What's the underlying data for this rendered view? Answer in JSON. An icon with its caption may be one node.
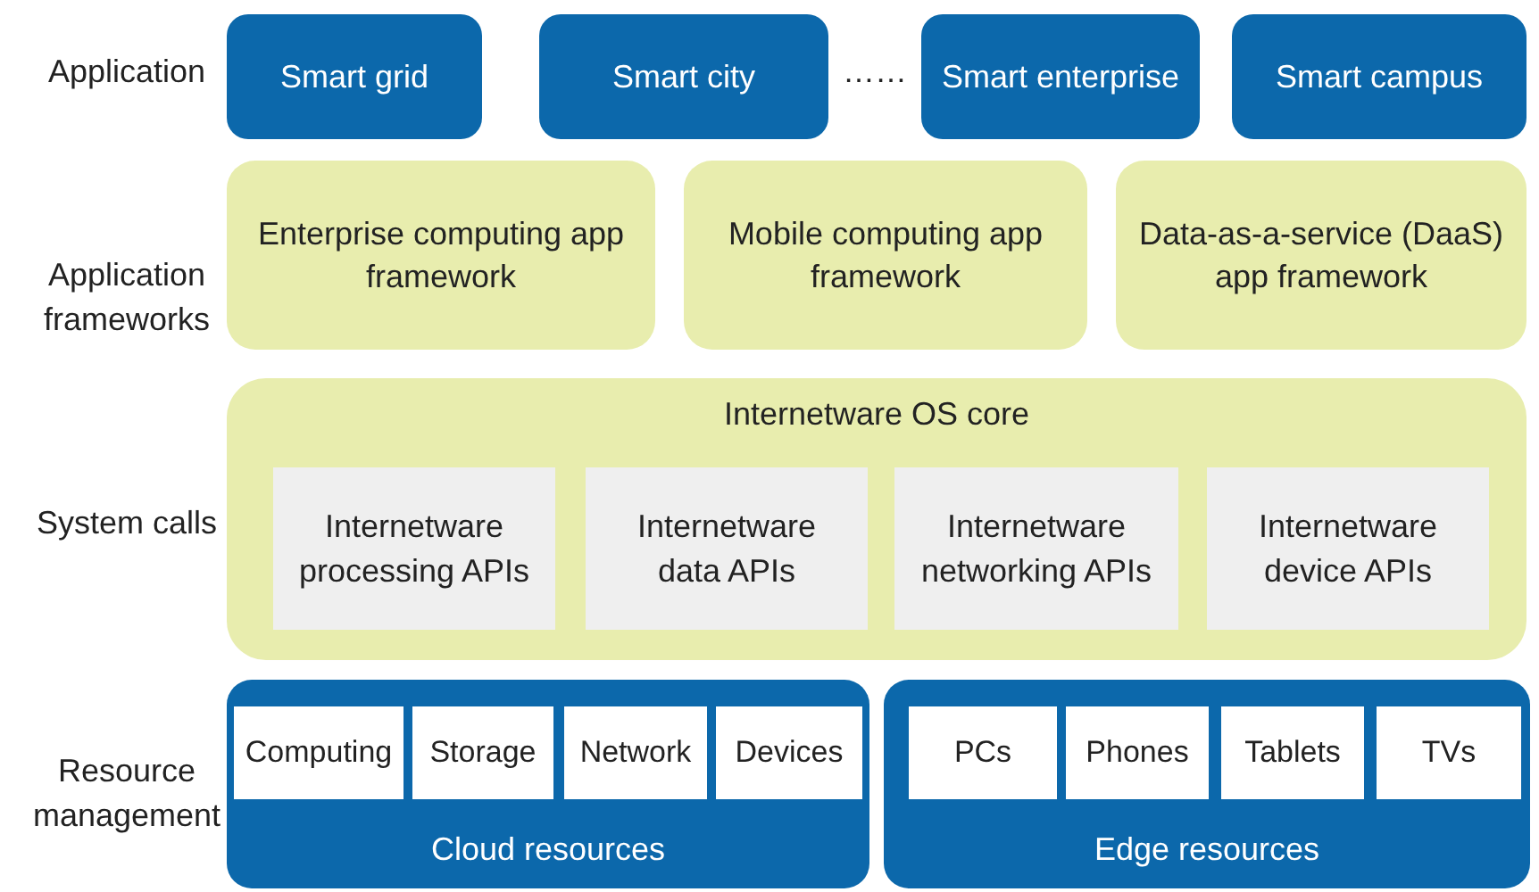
{
  "diagram": {
    "nodes": [
      {
        "text": [
          "Smart grid"
        ]
      },
      {
        "text": [
          "Smart city"
        ]
      },
      {
        "text": [
          "Smart enterprise"
        ]
      },
      {
        "text": [
          "Smart campus"
        ]
      },
      {
        "text": [
          "Enterprise computing app framework"
        ]
      },
      {
        "text": [
          "Mobile computing app framework"
        ]
      },
      {
        "text": [
          "Data-as-a-service (DaaS) app framework"
        ]
      },
      {
        "text": [
          "Internetware OS core"
        ]
      },
      {
        "text": [
          "Internetware processing APIs"
        ],
        "in": 7
      },
      {
        "text": [
          "Internetware data APIs"
        ],
        "in": 7
      },
      {
        "text": [
          "Internetware networking APIs"
        ],
        "in": 7
      },
      {
        "text": [
          "Internetware device APIs"
        ],
        "in": 7
      },
      {
        "text": [
          "Cloud resources"
        ]
      },
      {
        "text": [
          "Computing"
        ],
        "in": 12
      },
      {
        "text": [
          "Storage"
        ],
        "in": 12
      },
      {
        "text": [
          "Network"
        ],
        "in": 12
      },
      {
        "text": [
          "Devices"
        ],
        "in": 12
      },
      {
        "text": [
          "Edge resources"
        ]
      },
      {
        "text": [
          "PCs"
        ],
        "in": 17
      },
      {
        "text": [
          "Phones"
        ],
        "in": 17
      },
      {
        "text": [
          "Tablets"
        ],
        "in": 17
      },
      {
        "text": [
          "TVs"
        ],
        "in": 17
      }
    ],
    "labels": [
      "Application",
      "……",
      "Application frameworks",
      "System calls",
      "Resource management"
    ]
  }
}
